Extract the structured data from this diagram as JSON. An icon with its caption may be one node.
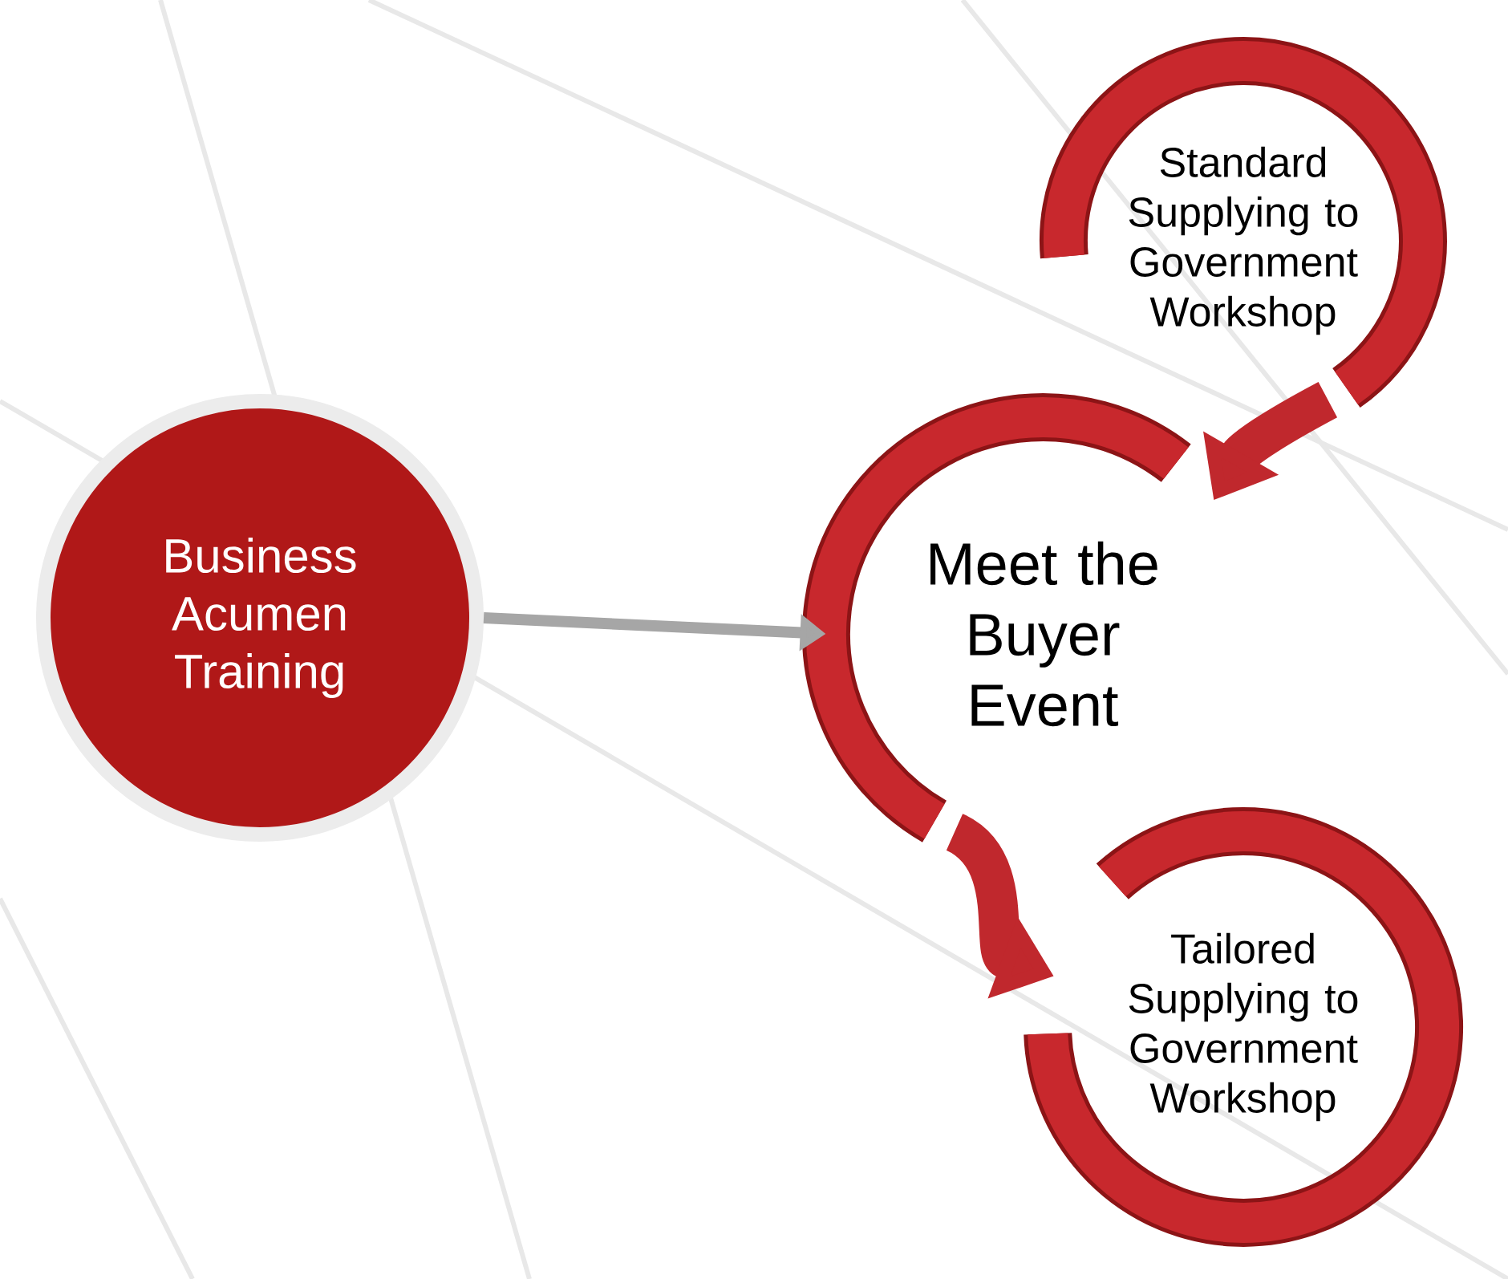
{
  "diagram": {
    "nodes": [
      {
        "text": [
          "Business Acumen Training"
        ]
      },
      {
        "text": [
          "Standard Supplying to Government Workshop"
        ]
      },
      {
        "text": [
          "Meet the Buyer Event"
        ]
      },
      {
        "text": [
          "Tailored Supplying to Government Workshop"
        ]
      }
    ],
    "edges": [
      {
        "from": 0,
        "to": 2,
        "arrow": "to",
        "color": "#a6a6a6"
      },
      {
        "from": 1,
        "to": 2,
        "arrow": "to",
        "color": "#c0282d"
      },
      {
        "from": 2,
        "to": 3,
        "arrow": "to",
        "color": "#c0282d"
      }
    ]
  }
}
